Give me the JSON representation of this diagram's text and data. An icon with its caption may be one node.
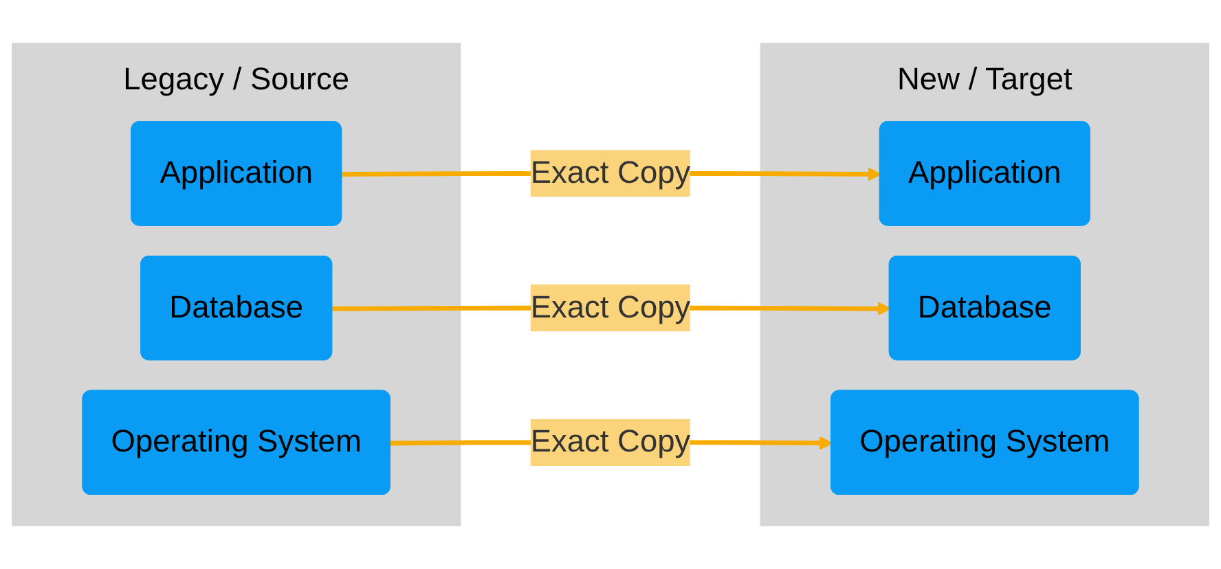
{
  "diagram": {
    "nodes": [
      {
        "text": [
          "Legacy / Source"
        ]
      },
      {
        "text": [
          "Application"
        ],
        "in": 0
      },
      {
        "text": [
          "Database"
        ],
        "in": 0
      },
      {
        "text": [
          "Operating System"
        ],
        "in": 0
      },
      {
        "text": [
          "New / Target"
        ]
      },
      {
        "text": [
          "Application"
        ],
        "in": 4
      },
      {
        "text": [
          "Database"
        ],
        "in": 4
      },
      {
        "text": [
          "Operating System"
        ],
        "in": 4
      }
    ],
    "edges": [
      {
        "from": 1,
        "to": 5,
        "arrow": "to",
        "label": "Exact Copy"
      },
      {
        "from": 2,
        "to": 6,
        "arrow": "to",
        "label": "Exact Copy"
      },
      {
        "from": 3,
        "to": 7,
        "arrow": "to",
        "label": "Exact Copy"
      }
    ]
  }
}
